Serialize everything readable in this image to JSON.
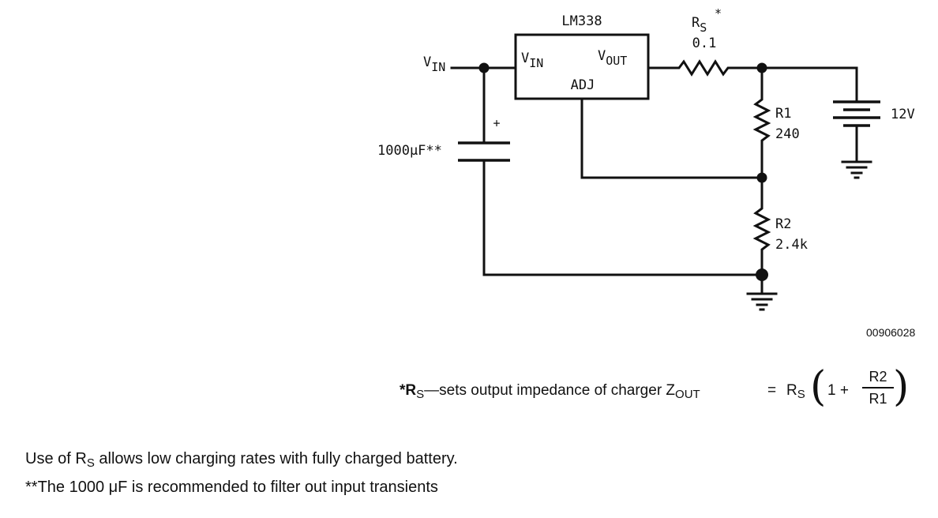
{
  "schematic": {
    "ic_name": "LM338",
    "pin_vin": "V",
    "pin_vin_sub": "IN",
    "pin_vout": "V",
    "pin_vout_sub": "OUT",
    "pin_adj": "ADJ",
    "input_label": "V",
    "input_label_sub": "IN",
    "rs_label": "R",
    "rs_label_sub": "S",
    "rs_star": "*",
    "rs_value": "0.1",
    "r1_label": "R1",
    "r1_value": "240",
    "r2_label": "R2",
    "r2_value": "2.4k",
    "battery_label": "12V",
    "cap_label": "1000μF**",
    "cap_polarity": "+"
  },
  "figure_id": "00906028",
  "formula": {
    "star": "*R",
    "star_sub": "S",
    "text": "—sets output impedance of charger Z",
    "z_sub": "OUT",
    "equals": "=",
    "rs": "R",
    "rs_sub": "S",
    "one_plus": "1 +",
    "numerator": "R2",
    "denominator": "R1"
  },
  "notes": {
    "line1_pre": "Use of R",
    "line1_sub": "S",
    "line1_post": " allows low charging rates with fully charged battery.",
    "line2": "**The 1000 μF is recommended to filter out input transients"
  }
}
